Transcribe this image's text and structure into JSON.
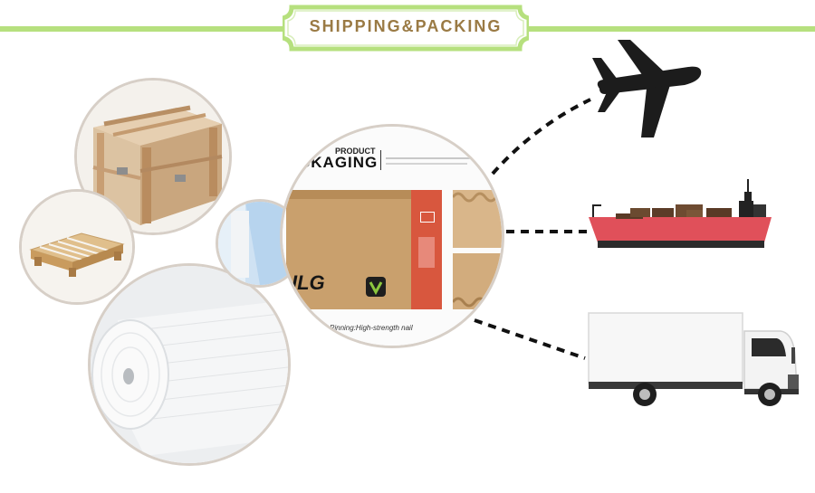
{
  "banner": {
    "title": "SHIPPING&PACKING"
  },
  "package_photo": {
    "header_small": "PRODUCT",
    "header_large": "CKAGING",
    "brand": "ILG",
    "caption": "Pinning:High-strength nail"
  },
  "colors": {
    "accent_line": "#b6e07e",
    "banner_text": "#9a7a44",
    "ship_hull": "#e0505a",
    "airplane": "#1c1c1c"
  },
  "icons": [
    "airplane-icon",
    "cargo-ship-icon",
    "delivery-truck-icon"
  ]
}
